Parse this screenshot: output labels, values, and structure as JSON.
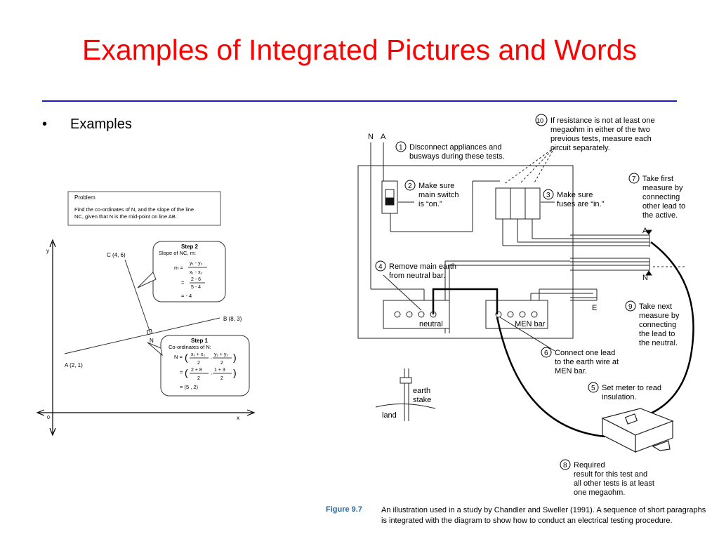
{
  "slide": {
    "title": "Examples of Integrated Pictures and Words",
    "bullet_char": "•",
    "bullet_text": "Examples",
    "colors": {
      "title": "#ff0000",
      "rule": "#1a1acc",
      "caption_label": "#2a66a0"
    }
  },
  "geometry_figure": {
    "problem_label": "Problem",
    "problem_line1": "Find the co-ordinates of N, and the slope of the line",
    "problem_line2": "NC, given that N is the mid-point on line AB.",
    "y_axis": "y",
    "x_axis": "x",
    "origin": "0",
    "point_c": "C (4, 6)",
    "point_b": "B (8, 3)",
    "point_a": "A (2, 1)",
    "point_n": "N",
    "step2": {
      "title": "Step 2",
      "subtitle": "Slope of NC, m:",
      "m_eq": "m =",
      "num": "y₁ - y₂",
      "den": "x₁ - x₂",
      "eq": "=",
      "num2": "2 - 6",
      "den2": "5 - 4",
      "result": "=    - 4"
    },
    "step1": {
      "title": "Step 1",
      "subtitle": "Co-ordinates of N:",
      "n_eq": "N =",
      "a_num": "x₁ + x₂",
      "a_den": "2",
      "b_num": "y₁ + y₂",
      "b_den": "2",
      "eq": "=",
      "c_num": "2  +  8",
      "c_den": "2",
      "d_num": "1  +  3",
      "d_den": "2",
      "result": "=   (5 , 2)"
    }
  },
  "electrical_figure": {
    "label_n_top": "N",
    "label_a_top": "A",
    "step1_num": "1",
    "step1_l1": "Disconnect appliances and",
    "step1_l2": "busways during these tests.",
    "step2_num": "2",
    "step2_l1": "Make sure",
    "step2_l2": "main switch",
    "step2_l3": "is “on.”",
    "step3_num": "3",
    "step3_l1": "Make sure",
    "step3_l2": "fuses are “in.”",
    "step4_num": "4",
    "step4_l1": "Remove main earth",
    "step4_l2": "from neutral bar.",
    "step5_num": "5",
    "step5_l1": "Set meter to read",
    "step5_l2": "insulation.",
    "step6_num": "6",
    "step6_l1": "Connect one  lead",
    "step6_l2": "to the earth wire at",
    "step6_l3": "MEN bar.",
    "step7_num": "7",
    "step7_l1": "Take first",
    "step7_l2": "measure by",
    "step7_l3": "connecting",
    "step7_l4": "other lead to",
    "step7_l5": "the active.",
    "step8_num": "8",
    "step8_l1": "Required",
    "step8_l2": "result for this test and",
    "step8_l3": "all other tests is at least",
    "step8_l4": "one megaohm.",
    "step9_num": "9",
    "step9_l1": "Take next",
    "step9_l2": "measure by",
    "step9_l3": "connecting",
    "step9_l4": "the lead to",
    "step9_l5": "the neutral.",
    "step10_num": "10",
    "step10_l1": "If resistance is not at least one",
    "step10_l2": "megaohm in either of the two",
    "step10_l3": "previous tests, measure each",
    "step10_l4": "circuit separately.",
    "label_a_bar": "A",
    "label_n_bar": "N",
    "label_e": "E",
    "neutral": "neutral",
    "men_bar": "MEN bar",
    "earth": "earth",
    "stake": "stake",
    "land": "land"
  },
  "caption": {
    "label": "Figure 9.7",
    "text": "An illustration used in a study by Chandler and Sweller (1991). A sequence of short paragraphs is integrated with the diagram to show how to conduct an electrical testing procedure."
  }
}
